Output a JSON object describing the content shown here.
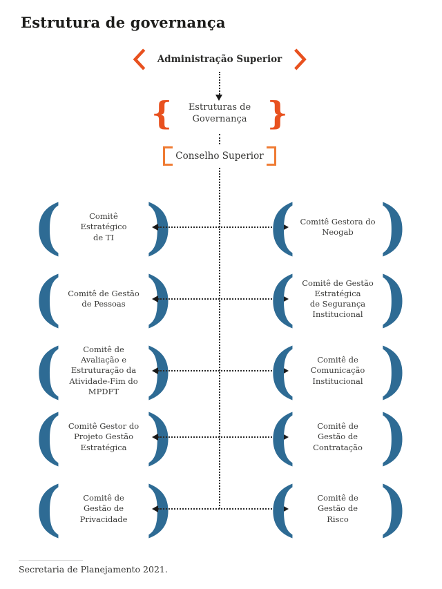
{
  "title": "Estrutura de governança",
  "diagram": {
    "top_node": "Administração Superior",
    "governance_node": "Estruturas de\nGovernança",
    "council_node": "Conselho Superior",
    "rows": [
      {
        "left": "Comitê Estratégico\nde TI",
        "right": "Comitê Gestora do\nNeogab"
      },
      {
        "left": "Comitê de Gestão\nde Pessoas",
        "right": "Comitê de Gestão\nEstratégica\nde Segurança\nInstitucional"
      },
      {
        "left": "Comitê de\nAvaliação e\nEstruturação da\nAtividade-Fim do\nMPDFT",
        "right": "Comitê de\nComunicação\nInstitucional"
      },
      {
        "left": "Comitê Gestor do\nProjeto Gestão\nEstratégica",
        "right": "Comitê de\nGestão de\nContratação"
      },
      {
        "left": "Comitê de\nGestão de\nPrivacidade",
        "right": "Comitê de\nGestão de\nRisco"
      }
    ]
  },
  "icons": {
    "paren_left": "(",
    "paren_right": ")",
    "brace_left": "{",
    "brace_right": "}"
  },
  "colors": {
    "accent_orange": "#e8511f",
    "bracket_orange": "#ef7b33",
    "paren_blue": "#2e6b94",
    "text_dark": "#1d1d1b",
    "connector_dark": "#2a2a2a"
  },
  "footer": {
    "source": "Secretaria de Planejamento 2021."
  }
}
